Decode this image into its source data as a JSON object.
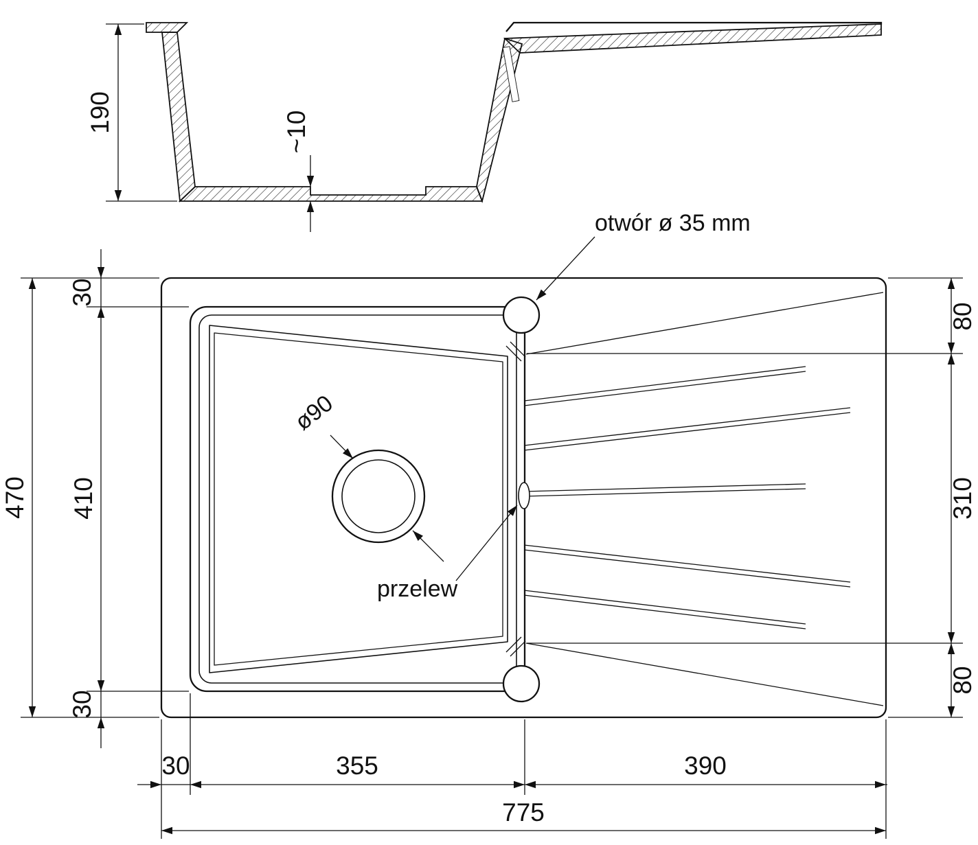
{
  "view_section": {
    "depth": "190",
    "recess": "~10"
  },
  "view_top": {
    "labels": {
      "tap_hole": "otwór ø 35 mm",
      "drain": "ø90",
      "overflow": "przelew"
    }
  },
  "dims": {
    "total_height": "470",
    "basin_height": "410",
    "top_margin": "30",
    "bottom_margin": "30",
    "right_top": "80",
    "right_middle": "310",
    "right_bottom": "80",
    "left_margin": "30",
    "basin_width": "355",
    "drainer_width": "390",
    "total_width": "775"
  },
  "colors": {
    "line": "#111111",
    "background": "#ffffff"
  }
}
